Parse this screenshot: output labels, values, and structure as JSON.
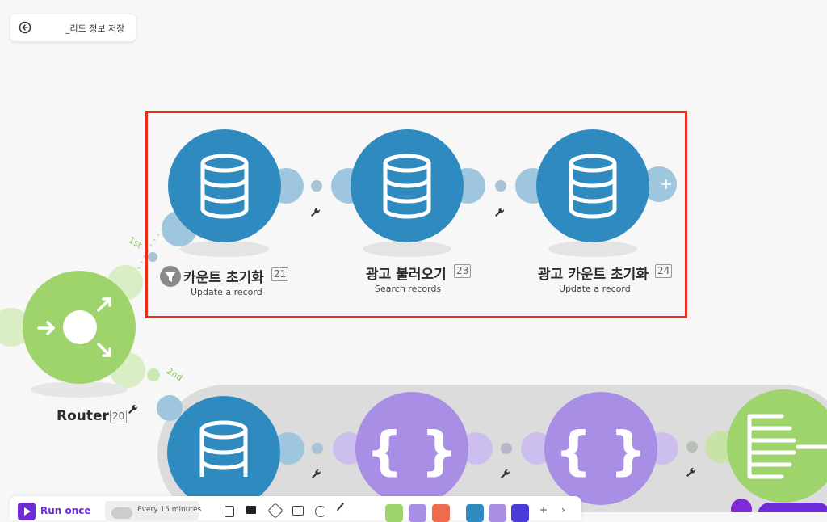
{
  "header": {
    "back_icon": "arrow-left-circle-icon",
    "scenario_title": "_리드 정보 저장"
  },
  "router": {
    "label": "Router",
    "id": "20",
    "routes": {
      "first": "1st",
      "second": "2nd"
    }
  },
  "modules": [
    {
      "title": "카운트 초기화",
      "id": "21",
      "subtitle": "Update a record",
      "icon": "database-icon",
      "has_filter": true
    },
    {
      "title": "광고 불러오기",
      "id": "23",
      "subtitle": "Search records",
      "icon": "database-icon"
    },
    {
      "title": "광고 카운트 초기화",
      "id": "24",
      "subtitle": "Update a record",
      "icon": "database-icon"
    }
  ],
  "second_route_modules": [
    {
      "icon": "database-icon"
    },
    {
      "icon": "json-braces-icon"
    },
    {
      "icon": "json-braces-icon"
    },
    {
      "icon": "aggregator-icon"
    }
  ],
  "toolbar": {
    "run_once": "Run once",
    "schedule": "Every 15 minutes"
  },
  "colors": {
    "module_blue": "#2f8bbf",
    "connector_blue": "#9fc6df",
    "router_green": "#9fd36b",
    "json_purple": "#a98ee6",
    "highlight_red": "#ef2a1a",
    "link_dot": "#a8c3d4"
  }
}
